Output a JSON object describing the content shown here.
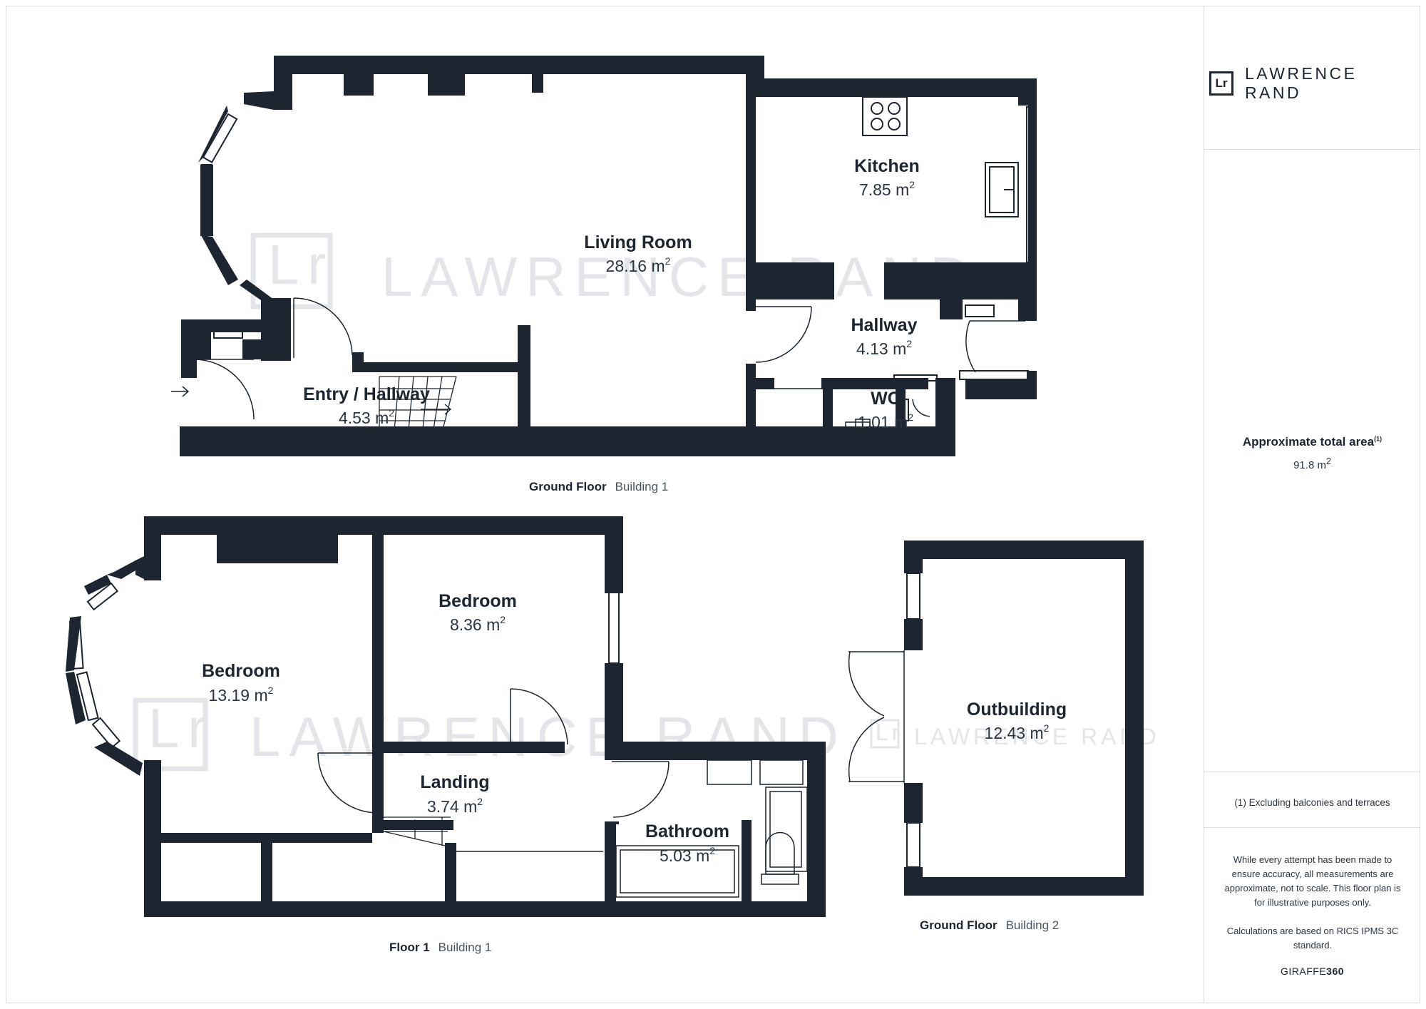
{
  "brand": {
    "mark": "Lr",
    "name": "LAWRENCE RAND",
    "watermark": "LAWRENCE RAND"
  },
  "rooms": {
    "living_room": {
      "name": "Living Room",
      "area": "28.16 m"
    },
    "kitchen": {
      "name": "Kitchen",
      "area": "7.85 m"
    },
    "hallway": {
      "name": "Hallway",
      "area": "4.13 m"
    },
    "entry_hallway": {
      "name": "Entry / Hallway",
      "area": "4.53 m"
    },
    "wc": {
      "name": "WC",
      "area": "1.01 m"
    },
    "bedroom_front": {
      "name": "Bedroom",
      "area": "13.19 m"
    },
    "bedroom_back": {
      "name": "Bedroom",
      "area": "8.36 m"
    },
    "landing": {
      "name": "Landing",
      "area": "3.74 m"
    },
    "bathroom": {
      "name": "Bathroom",
      "area": "5.03 m"
    },
    "outbuilding": {
      "name": "Outbuilding",
      "area": "12.43 m"
    }
  },
  "area_unit_sup": "2",
  "floors": {
    "ground_b1": {
      "floor": "Ground Floor",
      "building": "Building 1"
    },
    "first_b1": {
      "floor": "Floor 1",
      "building": "Building 1"
    },
    "ground_b2": {
      "floor": "Ground Floor",
      "building": "Building 2"
    }
  },
  "sidebar": {
    "total_area_title": "Approximate total area",
    "total_area_note_ref": "(1)",
    "total_area_value": "91.8 m",
    "footnote": "(1) Excluding balconies and terraces",
    "disclaimer": "While every attempt has been made to ensure accuracy, all measurements are approximate, not to scale. This floor plan is for illustrative purposes only.",
    "calc_note": "Calculations are based on RICS IPMS 3C standard.",
    "credit_light": "GIRAFFE",
    "credit_bold": "360"
  },
  "colors": {
    "wall": "#1c2530",
    "divider": "#d9dde2",
    "watermark": "#e3e5e8"
  }
}
